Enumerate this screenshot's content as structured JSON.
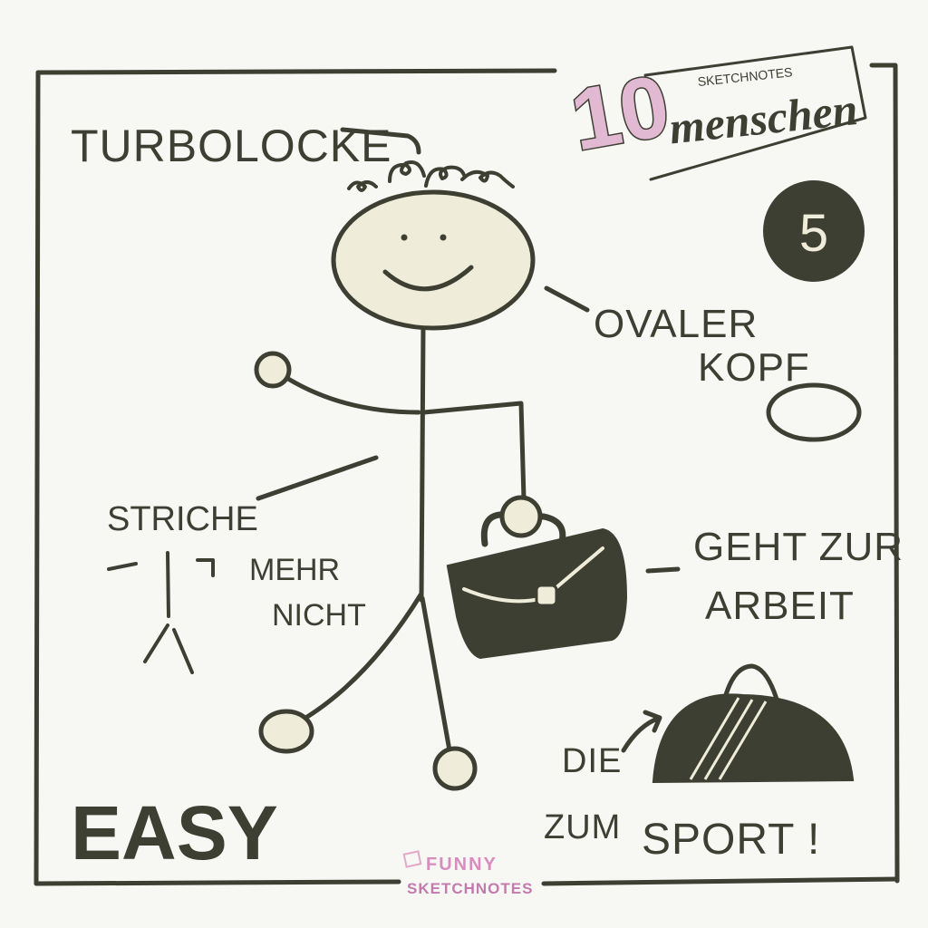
{
  "title": {
    "number": "10",
    "series": "SKETCHNOTES",
    "word": "menschen"
  },
  "badge": "5",
  "labels": {
    "turbolocke": "TURBOLOCKE",
    "ovaler": "OVALER",
    "kopf": "KOPF",
    "striche": "STRICHE",
    "mehr": "MEHR",
    "nicht": "NICHT",
    "geht_zur": "GEHT ZUR",
    "arbeit": "ARBEIT",
    "die": "DIE",
    "zum": "ZUM",
    "sport": "SPORT !",
    "easy": "EASY"
  },
  "logo": {
    "line1": "FUNNY",
    "line2": "SKETCHNOTES"
  },
  "colors": {
    "ink": "#3d3f33",
    "paper": "#f7f7f3",
    "head": "#efedd9",
    "pink": "#e2b9d3"
  }
}
